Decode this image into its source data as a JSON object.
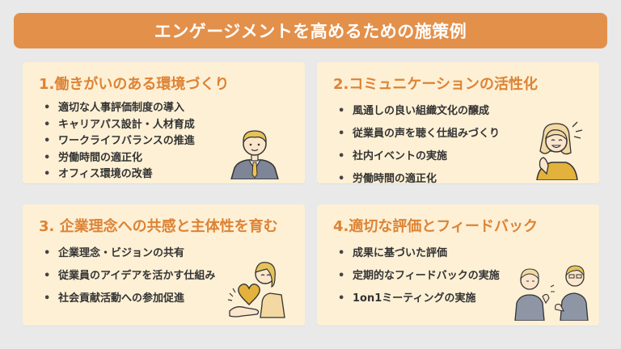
{
  "title": "エンゲージメントを高めるための施策例",
  "colors": {
    "accent": "#e3904b",
    "heading": "#dd8335",
    "card_bg": "#fdf0d5",
    "page_bg": "#e9e9e9"
  },
  "cards": [
    {
      "title": "1.働きがいのある環境づくり",
      "items": [
        "適切な人事評価制度の導入",
        "キャリアパス設計・人材育成",
        "ワークライフバランスの推進",
        "労働時間の適正化",
        "オフィス環境の改善"
      ],
      "illustration": "businessman-icon"
    },
    {
      "title": "2.コミュニケーションの活性化",
      "items": [
        "風通しの良い組織文化の醸成",
        "従業員の声を聴く仕組みづくり",
        "社内イベントの実施",
        "労働時間の適正化"
      ],
      "illustration": "clapping-woman-icon"
    },
    {
      "title": "3. 企業理念への共感と主体性を育む",
      "items": [
        "企業理念・ビジョンの共有",
        "従業員のアイデアを活かす仕組み",
        "社会貢献活動への参加促進"
      ],
      "illustration": "woman-with-heart-icon"
    },
    {
      "title": "4.適切な評価とフィードバック",
      "items": [
        "成果に基づいた評価",
        "定期的なフィードバックの実施",
        "1on1ミーティングの実施"
      ],
      "illustration": "two-people-talking-icon"
    }
  ]
}
